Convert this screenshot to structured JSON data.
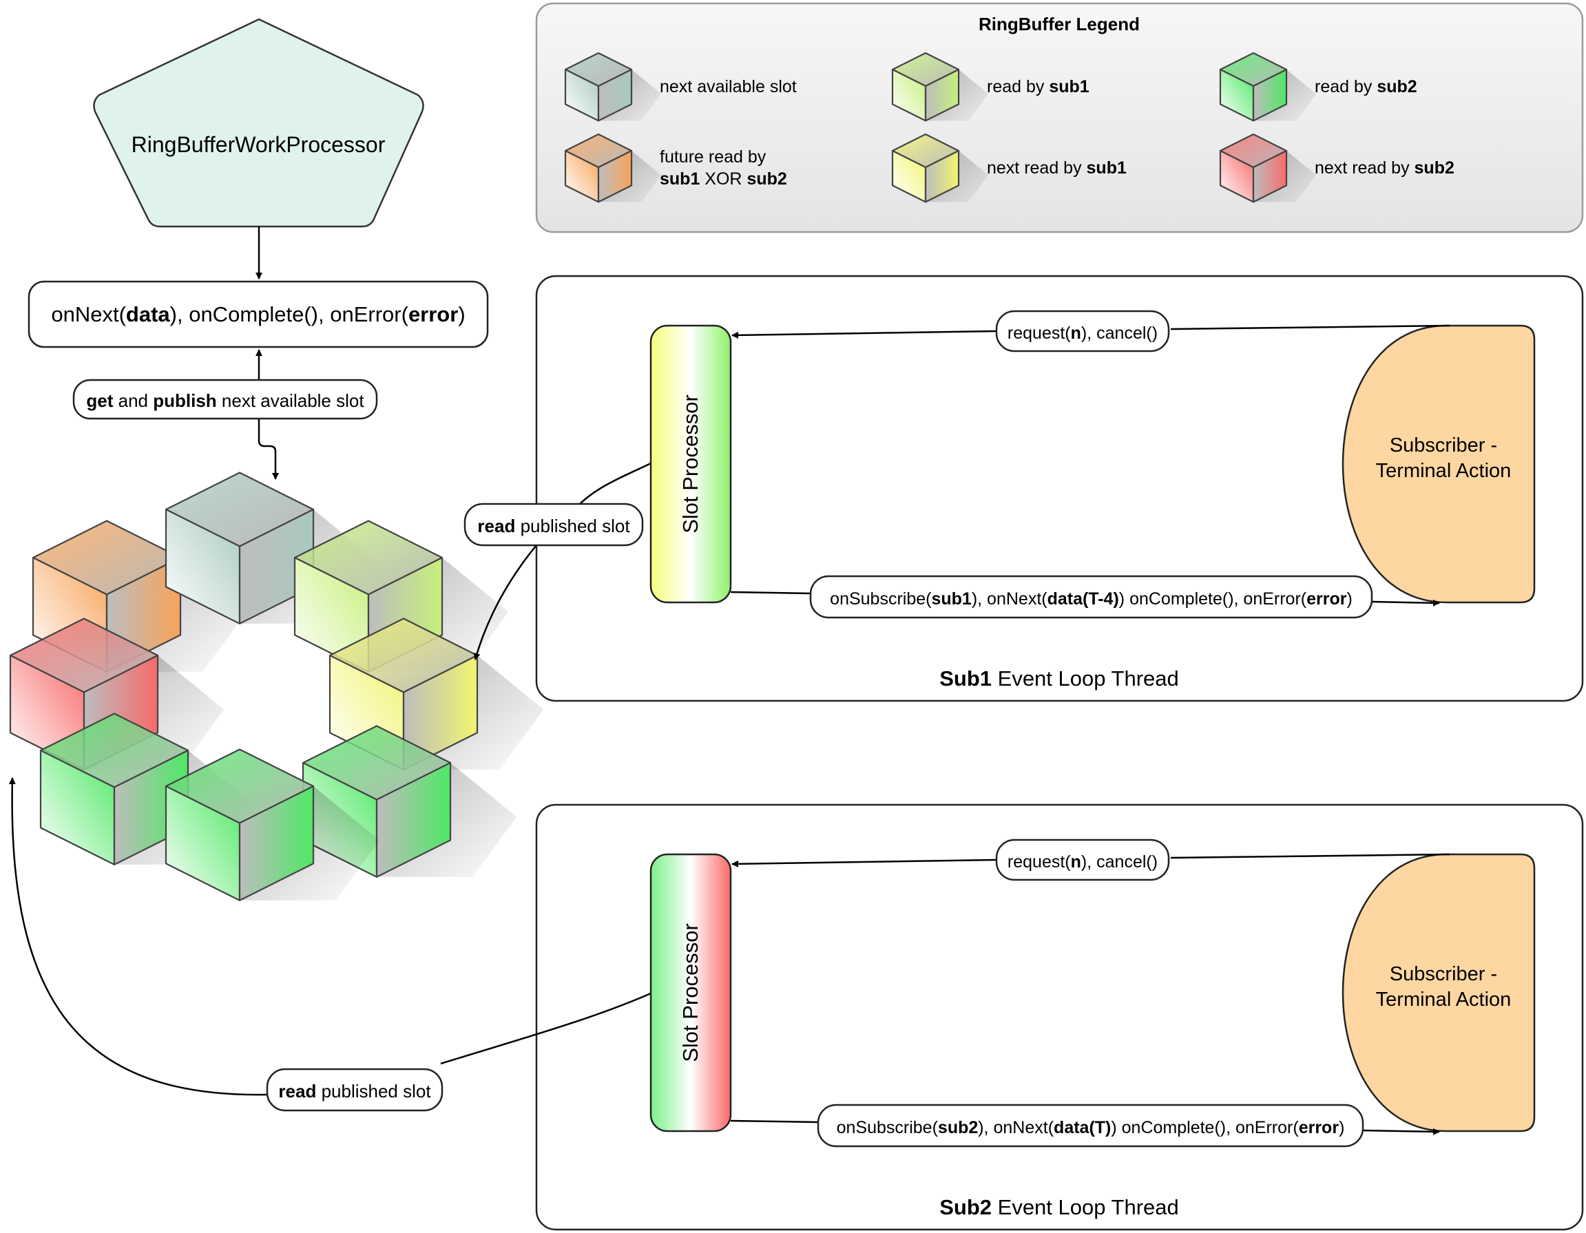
{
  "processor": {
    "label": "RingBufferWorkProcessor",
    "fill": "#dff3ec"
  },
  "signals_box": {
    "parts": [
      {
        "text": "onNext(",
        "bold": false
      },
      {
        "text": "data",
        "bold": true
      },
      {
        "text": "), onComplete(), onError(",
        "bold": false
      },
      {
        "text": "error",
        "bold": true
      },
      {
        "text": ")",
        "bold": false
      }
    ]
  },
  "publish_label": {
    "parts": [
      {
        "text": "get",
        "bold": true
      },
      {
        "text": " and ",
        "bold": false
      },
      {
        "text": "publish",
        "bold": true
      },
      {
        "text": " next available slot",
        "bold": false
      }
    ]
  },
  "read_label_1": {
    "parts": [
      {
        "text": "read",
        "bold": true
      },
      {
        "text": " published slot",
        "bold": false
      }
    ]
  },
  "read_label_2": {
    "parts": [
      {
        "text": "read",
        "bold": true
      },
      {
        "text": " published slot",
        "bold": false
      }
    ]
  },
  "legend": {
    "title": "RingBuffer Legend",
    "items": [
      {
        "color": "next_available",
        "lines": [
          [
            {
              "text": "next available slot",
              "bold": false
            }
          ]
        ]
      },
      {
        "color": "read_sub1",
        "lines": [
          [
            {
              "text": "read by ",
              "bold": false
            },
            {
              "text": "sub1",
              "bold": true
            }
          ]
        ]
      },
      {
        "color": "read_sub2",
        "lines": [
          [
            {
              "text": "read by ",
              "bold": false
            },
            {
              "text": "sub2",
              "bold": true
            }
          ]
        ]
      },
      {
        "color": "future",
        "lines": [
          [
            {
              "text": "future read by",
              "bold": false
            }
          ],
          [
            {
              "text": "sub1",
              "bold": true
            },
            {
              "text": " XOR ",
              "bold": false
            },
            {
              "text": "sub2",
              "bold": true
            }
          ]
        ]
      },
      {
        "color": "next_sub1",
        "lines": [
          [
            {
              "text": "next read by ",
              "bold": false
            },
            {
              "text": "sub1",
              "bold": true
            }
          ]
        ]
      },
      {
        "color": "next_sub2",
        "lines": [
          [
            {
              "text": "next read by ",
              "bold": false
            },
            {
              "text": "sub2",
              "bold": true
            }
          ]
        ]
      }
    ]
  },
  "cube_colors": {
    "next_available": "#a9c9c0",
    "read_sub1": "#c6f07a",
    "read_sub2": "#4fe864",
    "future": "#f8a35a",
    "next_sub1": "#f2f470",
    "next_sub2": "#f86a6a"
  },
  "ring_cubes": [
    "future",
    "next_available",
    "read_sub1",
    "next_sub2",
    "next_sub1",
    "read_sub2",
    "read_sub2",
    "read_sub2"
  ],
  "threads": [
    {
      "title": [
        {
          "text": "Sub1",
          "bold": true
        },
        {
          "text": " Event Loop Thread",
          "bold": false
        }
      ],
      "slot_processor": "Slot Processor",
      "slot_gradient": [
        "#f4ff7a",
        "#ffffff",
        "#8df06a"
      ],
      "subscriber_lines": [
        "Subscriber -",
        "Terminal Action"
      ],
      "subscriber_fill": "#fdd6a2",
      "request_label": [
        {
          "text": "request(",
          "bold": false
        },
        {
          "text": "n",
          "bold": true
        },
        {
          "text": "), cancel()",
          "bold": false
        }
      ],
      "signal_label": [
        {
          "text": "onSubscribe(",
          "bold": false
        },
        {
          "text": "sub1",
          "bold": true
        },
        {
          "text": "), onNext(",
          "bold": false
        },
        {
          "text": "data(T-4)",
          "bold": true
        },
        {
          "text": ") onComplete(), onError(",
          "bold": false
        },
        {
          "text": "error",
          "bold": true
        },
        {
          "text": ")",
          "bold": false
        }
      ]
    },
    {
      "title": [
        {
          "text": "Sub2",
          "bold": true
        },
        {
          "text": " Event Loop Thread",
          "bold": false
        }
      ],
      "slot_processor": "Slot Processor",
      "slot_gradient": [
        "#7cf08a",
        "#ffffff",
        "#f86a6a"
      ],
      "subscriber_lines": [
        "Subscriber -",
        "Terminal Action"
      ],
      "subscriber_fill": "#fdd6a2",
      "request_label": [
        {
          "text": "request(",
          "bold": false
        },
        {
          "text": "n",
          "bold": true
        },
        {
          "text": "), cancel()",
          "bold": false
        }
      ],
      "signal_label": [
        {
          "text": "onSubscribe(",
          "bold": false
        },
        {
          "text": "sub2",
          "bold": true
        },
        {
          "text": "), onNext(",
          "bold": false
        },
        {
          "text": "data(T)",
          "bold": true
        },
        {
          "text": ") onComplete(), onError(",
          "bold": false
        },
        {
          "text": "error",
          "bold": true
        },
        {
          "text": ")",
          "bold": false
        }
      ]
    }
  ]
}
